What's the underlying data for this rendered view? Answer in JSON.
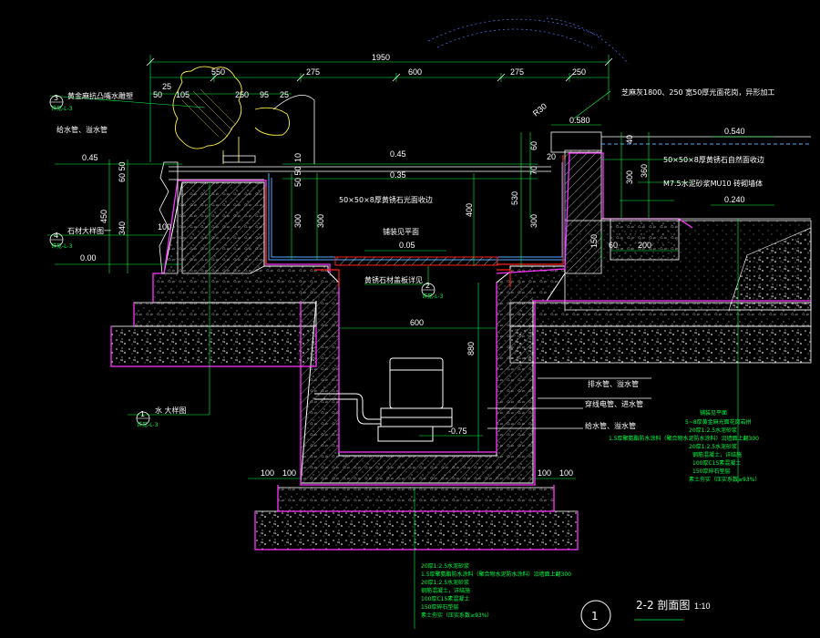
{
  "colors": {
    "background": "#000000",
    "outline": "#ffffff",
    "dimension": "#00ff44",
    "membrane": "#ff33ff",
    "water": "#55aaff",
    "waterproof": "#ff2020",
    "label_text": "#ffffff"
  },
  "dimensions": {
    "overall_width": "1950",
    "top_550": "550",
    "top_275_left": "275",
    "top_600": "600",
    "top_275_right": "275",
    "top_250": "250",
    "left_25": "25",
    "left_50": "50",
    "left_105": "105",
    "left_250": "250",
    "left_95": "95",
    "left_25b": "25",
    "r30": "R30",
    "v_450": "450",
    "v_340": "340",
    "v_6050": "60 50",
    "v_100": "100",
    "v_300a": "300",
    "v_300b": "300",
    "v_5050": "50 50",
    "v_10": "10",
    "v_400": "400",
    "v_530": "530",
    "v_300c": "300",
    "v_70": "70",
    "v_60": "60",
    "v_20": "20",
    "v_300d": "300",
    "v_360": "360",
    "v_40": "40",
    "v_150": "150",
    "h_60": "60",
    "h_200": "200",
    "pit_600": "600",
    "pit_880": "880",
    "bot_100a": "100",
    "bot_100b": "100",
    "bot_100c": "100",
    "bot_100d": "100"
  },
  "elevations": {
    "e045_left": "0.45",
    "e000_left": "0.00",
    "e045_pool": "0.45",
    "e035_pool": "0.35",
    "e005": "0.05",
    "e580": "0.580",
    "e540": "0.540",
    "e240": "0.240",
    "em075": "-0.75"
  },
  "labels": {
    "callout_3_num": "3",
    "callout_3_text": "黄金麻抗凸嘴水雕塑",
    "callout_3_sub": "详见-L-3",
    "supply_pipe_left": "给水管、溢水管",
    "callout_4_num": "4",
    "callout_4_text": "石材大样图一",
    "callout_4_sub": "详见-L-3",
    "callout_1_num": "1",
    "callout_1_text": "水 大样图",
    "callout_1_sub": "详见-L-3",
    "coping_note": "芝麻灰1800、250 宽50厚光面花岗，异形加工",
    "stone_right": "50×50×8厚黄锈石自然面收边",
    "mortar_note": "M7.5水泥砂浆MU10 砖砌墙体",
    "stone_pool": "50×50×8厚黄锈石光面收边",
    "pool_floor": "铺装见平面",
    "grate_note": "黄锈石材盖板详见",
    "callout_2_num": "2",
    "callout_2_sub": "详见-L-3",
    "drain_pipe": "排水管、溢水管",
    "power_pipe": "穿线电管、进水管",
    "supply_pipe": "给水管、溢水管",
    "title_num": "1",
    "title_text": "2-2 剖面图",
    "title_scale": "1:10"
  },
  "legend_right": [
    "铺装见平面",
    "5~8厚黄金麻光面花岗岩拼",
    "20厚1:2.5水泥砂浆",
    "1.5厚聚氨酯防水涂料（聚合物水泥防水涂料）沿墙面上翻300",
    "20厚1:2.5水泥砂浆",
    "钢筋混凝土，详结施",
    "100厚C15素混凝土",
    "150厚碎石垫层",
    "素土夯实（压实系数≥93%）"
  ],
  "legend_bottom": [
    "20厚1:2.5水泥砂浆",
    "1.5厚聚氨酯防水涂料（聚合物水泥防水涂料）沿墙面上翻300",
    "20厚1:2.5水泥砂浆",
    "钢筋混凝土，详结施",
    "100厚C15素混凝土",
    "150厚碎石垫层",
    "素土夯实（压实系数≥93%）"
  ]
}
